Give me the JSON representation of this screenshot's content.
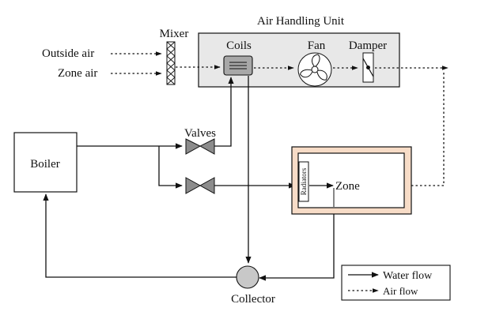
{
  "labels": {
    "ahu": "Air Handling Unit",
    "mixer": "Mixer",
    "coils": "Coils",
    "fan": "Fan",
    "damper": "Damper",
    "outside_air": "Outside air",
    "zone_air": "Zone air",
    "valves": "Valves",
    "boiler": "Boiler",
    "radiators": "Radiators",
    "zone": "Zone",
    "collector": "Collector"
  },
  "legend": {
    "water_flow": "Water flow",
    "air_flow": "Air flow"
  },
  "colors": {
    "ahu_fill": "#e8e8e8",
    "zone_outer_fill": "#f7dcc7",
    "coil_fill": "#a8a8a8",
    "valve_fill": "#8c8c8c",
    "collector_fill": "#c8c8c8"
  }
}
